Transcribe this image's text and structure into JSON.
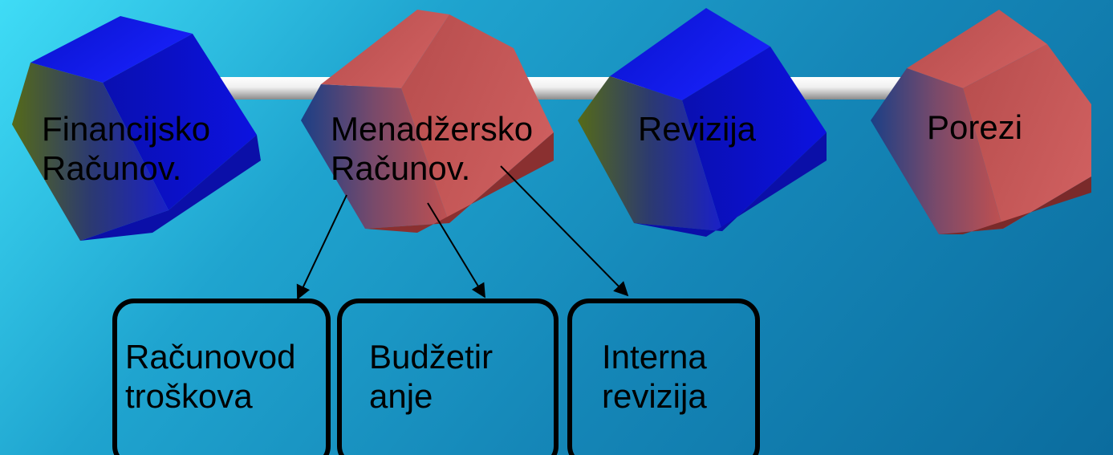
{
  "main_nodes": [
    {
      "line1": "Financijsko",
      "line2": "Računov."
    },
    {
      "line1": "Menadžersko",
      "line2": "Računov."
    },
    {
      "line1": "Revizija"
    },
    {
      "line1": "Porezi"
    }
  ],
  "sub_nodes": [
    {
      "line1": "Računovod",
      "line2": "troškova"
    },
    {
      "line1": "Budžetir",
      "line2": "anje"
    },
    {
      "line1": "Interna",
      "line2": "revizija"
    }
  ],
  "colors": {
    "background": "#1a90c0",
    "blue_box": "#0a14f0",
    "red_box": "#c05050",
    "connector": "#e8e8e8",
    "outline": "#000000"
  }
}
